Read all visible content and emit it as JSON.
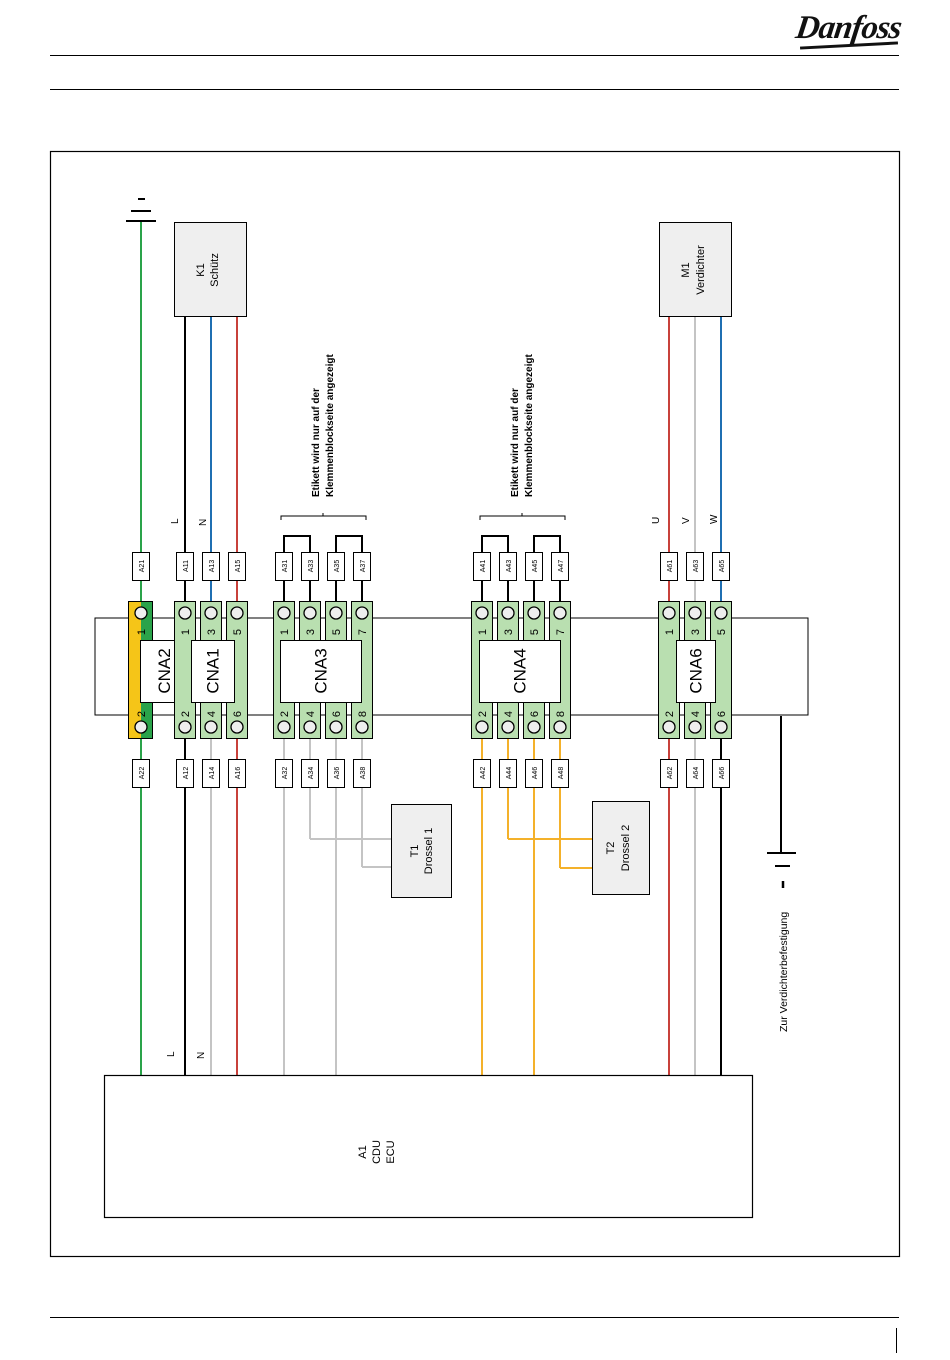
{
  "header": {
    "logo_text": "Danfoss"
  },
  "colors": {
    "green": "#2aa34a",
    "black": "#000000",
    "blue": "#1f6fb2",
    "red": "#c8413b",
    "gray": "#c4c4c4",
    "orange": "#f4b12a",
    "yellow": "#f5c518",
    "terminal_fill": "#b9dfb0",
    "device_fill": "#efefef"
  },
  "devices": {
    "k1": {
      "id": "K1",
      "name": "Schütz"
    },
    "m1": {
      "id": "M1",
      "name": "Verdichter"
    },
    "t1": {
      "id": "T1",
      "name": "Drossel 1"
    },
    "t2": {
      "id": "T2",
      "name": "Drossel 2"
    },
    "a1": {
      "id": "A1",
      "line2": "CDU",
      "line3": "ECU"
    }
  },
  "notes": {
    "cna3_label_note_line1": "Etikett wird nur auf der",
    "cna3_label_note_line2": "Klemmenblockseite angezeigt",
    "cna4_label_note_line1": "Etikett wird nur auf der",
    "cna4_label_note_line2": "Klemmenblockseite angezeigt",
    "ground_note": "Zur Verdichterbefestigung"
  },
  "phase_labels": {
    "top_l": "L",
    "top_n": "N",
    "bottom_l": "L",
    "bottom_n": "N",
    "u": "U",
    "v": "V",
    "w": "W"
  },
  "connectors": [
    {
      "name": "CNA2",
      "pins_top": [
        "1"
      ],
      "pins_bottom": [
        "2"
      ],
      "wires_top": [
        "A21"
      ],
      "wires_bottom": [
        "A22"
      ],
      "colors_top": [
        "green"
      ],
      "colors_bottom": [
        "green"
      ]
    },
    {
      "name": "CNA1",
      "pins_top": [
        "1",
        "3",
        "5"
      ],
      "pins_bottom": [
        "2",
        "4",
        "6"
      ],
      "wires_top": [
        "A11",
        "A13",
        "A15"
      ],
      "wires_bottom": [
        "A12",
        "A14",
        "A16"
      ],
      "colors_top": [
        "black",
        "blue",
        "red"
      ],
      "colors_bottom": [
        "black",
        "gray",
        "red"
      ]
    },
    {
      "name": "CNA3",
      "pins_top": [
        "1",
        "3",
        "5",
        "7"
      ],
      "pins_bottom": [
        "2",
        "4",
        "6",
        "8"
      ],
      "wires_top": [
        "A31",
        "A33",
        "A35",
        "A37"
      ],
      "wires_bottom": [
        "A32",
        "A34",
        "A36",
        "A38"
      ],
      "colors_top": [
        "black",
        "black",
        "black",
        "black"
      ],
      "colors_bottom": [
        "gray",
        "gray",
        "gray",
        "gray"
      ]
    },
    {
      "name": "CNA4",
      "pins_top": [
        "1",
        "3",
        "5",
        "7"
      ],
      "pins_bottom": [
        "2",
        "4",
        "6",
        "8"
      ],
      "wires_top": [
        "A41",
        "A43",
        "A45",
        "A47"
      ],
      "wires_bottom": [
        "A42",
        "A44",
        "A46",
        "A48"
      ],
      "colors_top": [
        "black",
        "black",
        "black",
        "black"
      ],
      "colors_bottom": [
        "orange",
        "orange",
        "orange",
        "orange"
      ]
    },
    {
      "name": "CNA6",
      "pins_top": [
        "1",
        "3",
        "5"
      ],
      "pins_bottom": [
        "2",
        "4",
        "6"
      ],
      "wires_top": [
        "A61",
        "A63",
        "A65"
      ],
      "wires_bottom": [
        "A62",
        "A64",
        "A66"
      ],
      "colors_top": [
        "red",
        "gray",
        "blue"
      ],
      "colors_bottom": [
        "red",
        "gray",
        "black"
      ]
    }
  ]
}
